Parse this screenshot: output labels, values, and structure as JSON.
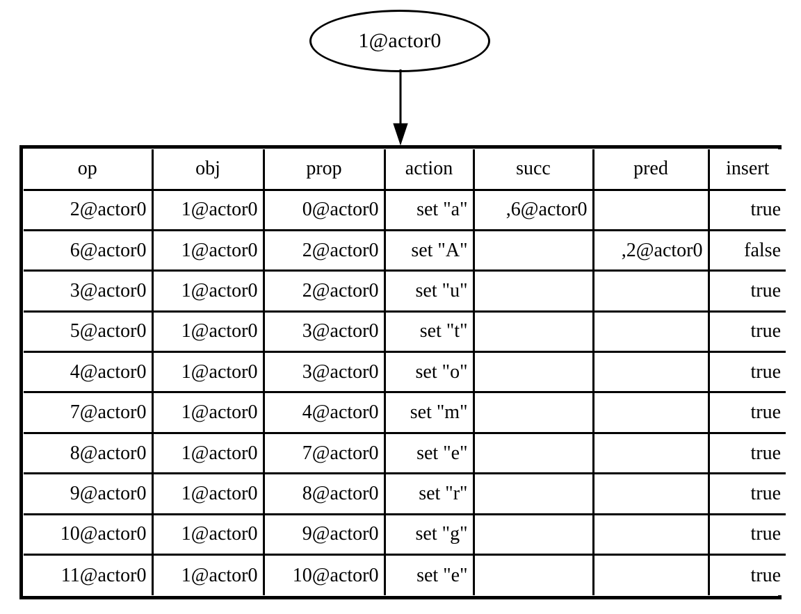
{
  "diagram": {
    "type": "graphviz-node-with-record-table",
    "node": {
      "id": "root-node",
      "label": "1@actor0",
      "shape": "ellipse"
    },
    "edge": {
      "from": "1@actor0",
      "to": "operations-table",
      "arrowhead": "normal"
    }
  },
  "table": {
    "name": "operations-table",
    "columns": [
      "op",
      "obj",
      "prop",
      "action",
      "succ",
      "pred",
      "insert"
    ],
    "rows": [
      {
        "op": "2@actor0",
        "obj": "1@actor0",
        "prop": "0@actor0",
        "action": "set \"a\"",
        "succ": ",6@actor0",
        "pred": "",
        "insert": "true"
      },
      {
        "op": "6@actor0",
        "obj": "1@actor0",
        "prop": "2@actor0",
        "action": "set \"A\"",
        "succ": "",
        "pred": ",2@actor0",
        "insert": "false"
      },
      {
        "op": "3@actor0",
        "obj": "1@actor0",
        "prop": "2@actor0",
        "action": "set \"u\"",
        "succ": "",
        "pred": "",
        "insert": "true"
      },
      {
        "op": "5@actor0",
        "obj": "1@actor0",
        "prop": "3@actor0",
        "action": "set \"t\"",
        "succ": "",
        "pred": "",
        "insert": "true"
      },
      {
        "op": "4@actor0",
        "obj": "1@actor0",
        "prop": "3@actor0",
        "action": "set \"o\"",
        "succ": "",
        "pred": "",
        "insert": "true"
      },
      {
        "op": "7@actor0",
        "obj": "1@actor0",
        "prop": "4@actor0",
        "action": "set \"m\"",
        "succ": "",
        "pred": "",
        "insert": "true"
      },
      {
        "op": "8@actor0",
        "obj": "1@actor0",
        "prop": "7@actor0",
        "action": "set \"e\"",
        "succ": "",
        "pred": "",
        "insert": "true"
      },
      {
        "op": "9@actor0",
        "obj": "1@actor0",
        "prop": "8@actor0",
        "action": "set \"r\"",
        "succ": "",
        "pred": "",
        "insert": "true"
      },
      {
        "op": "10@actor0",
        "obj": "1@actor0",
        "prop": "9@actor0",
        "action": "set \"g\"",
        "succ": "",
        "pred": "",
        "insert": "true"
      },
      {
        "op": "11@actor0",
        "obj": "1@actor0",
        "prop": "10@actor0",
        "action": "set \"e\"",
        "succ": "",
        "pred": "",
        "insert": "true"
      }
    ]
  },
  "colors": {
    "stroke": "#000000",
    "background": "#ffffff",
    "text": "#000000"
  }
}
